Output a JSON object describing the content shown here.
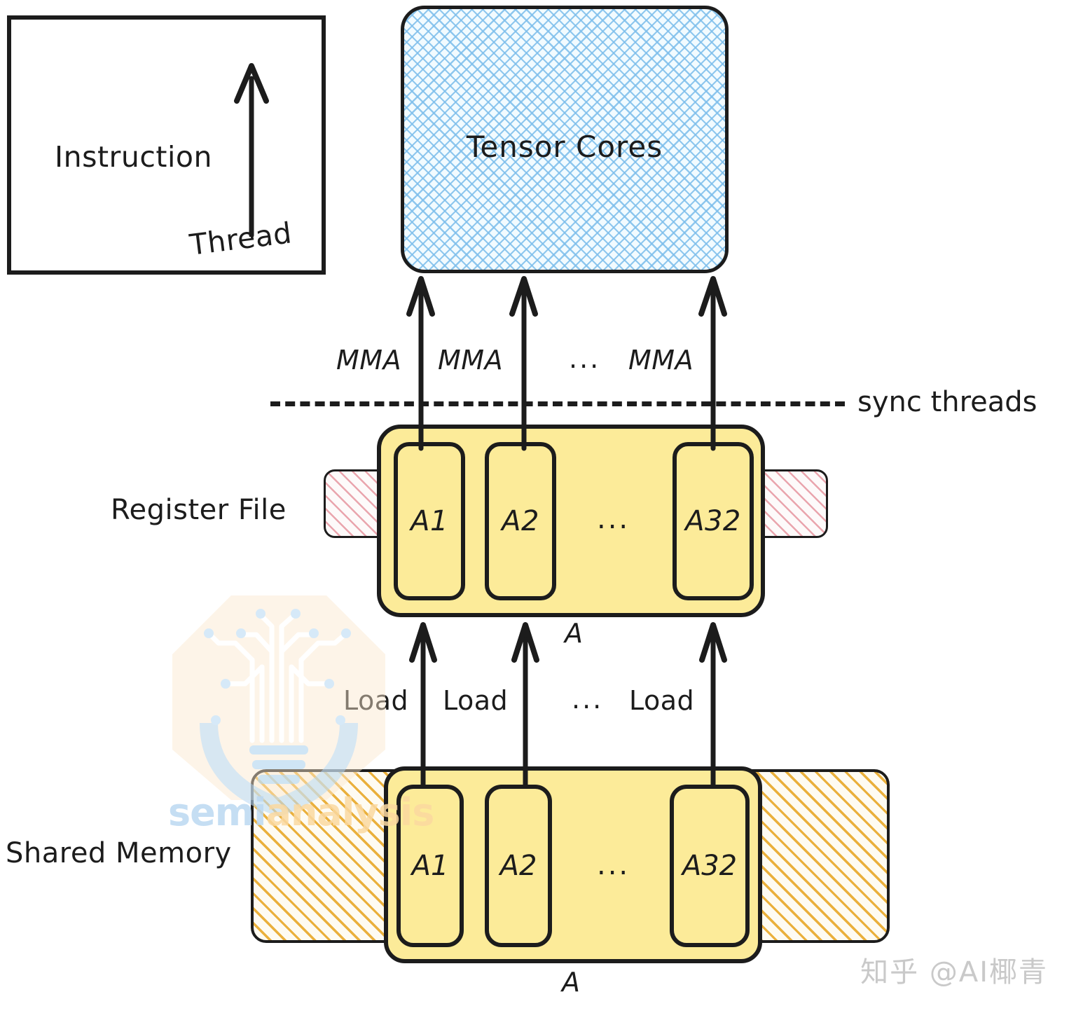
{
  "legend": {
    "instruction_label": "Instruction",
    "thread_label": "Thread",
    "arrow_icon": "up-arrow-icon"
  },
  "tensor_cores": {
    "label": "Tensor Cores",
    "fill_pattern": "blue-crosshatch",
    "accent_color": "#7dbeeb"
  },
  "sync": {
    "label": "sync threads",
    "line_style": "dashed"
  },
  "register_file": {
    "label": "Register File",
    "group_label": "A",
    "slots": [
      "A1",
      "A2",
      "A32"
    ],
    "ellipsis": "...",
    "fill_color": "#fceb99",
    "hatch_color": "#e6969f"
  },
  "shared_memory": {
    "label": "Shared Memory",
    "group_label": "A",
    "slots": [
      "A1",
      "A2",
      "A32"
    ],
    "ellipsis": "...",
    "fill_color": "#fceb99",
    "hatch_color": "#e8a828"
  },
  "edges": {
    "mma": [
      "MMA",
      "MMA",
      "MMA"
    ],
    "mma_ellipsis": "...",
    "load": [
      "Load",
      "Load",
      "Load"
    ],
    "load_ellipsis": "..."
  },
  "watermarks": {
    "semianalysis": "semianalysis",
    "semianalysis_prefix": "semi",
    "semianalysis_suffix": "analysis",
    "zhihu": "知乎 @AI椰青"
  }
}
